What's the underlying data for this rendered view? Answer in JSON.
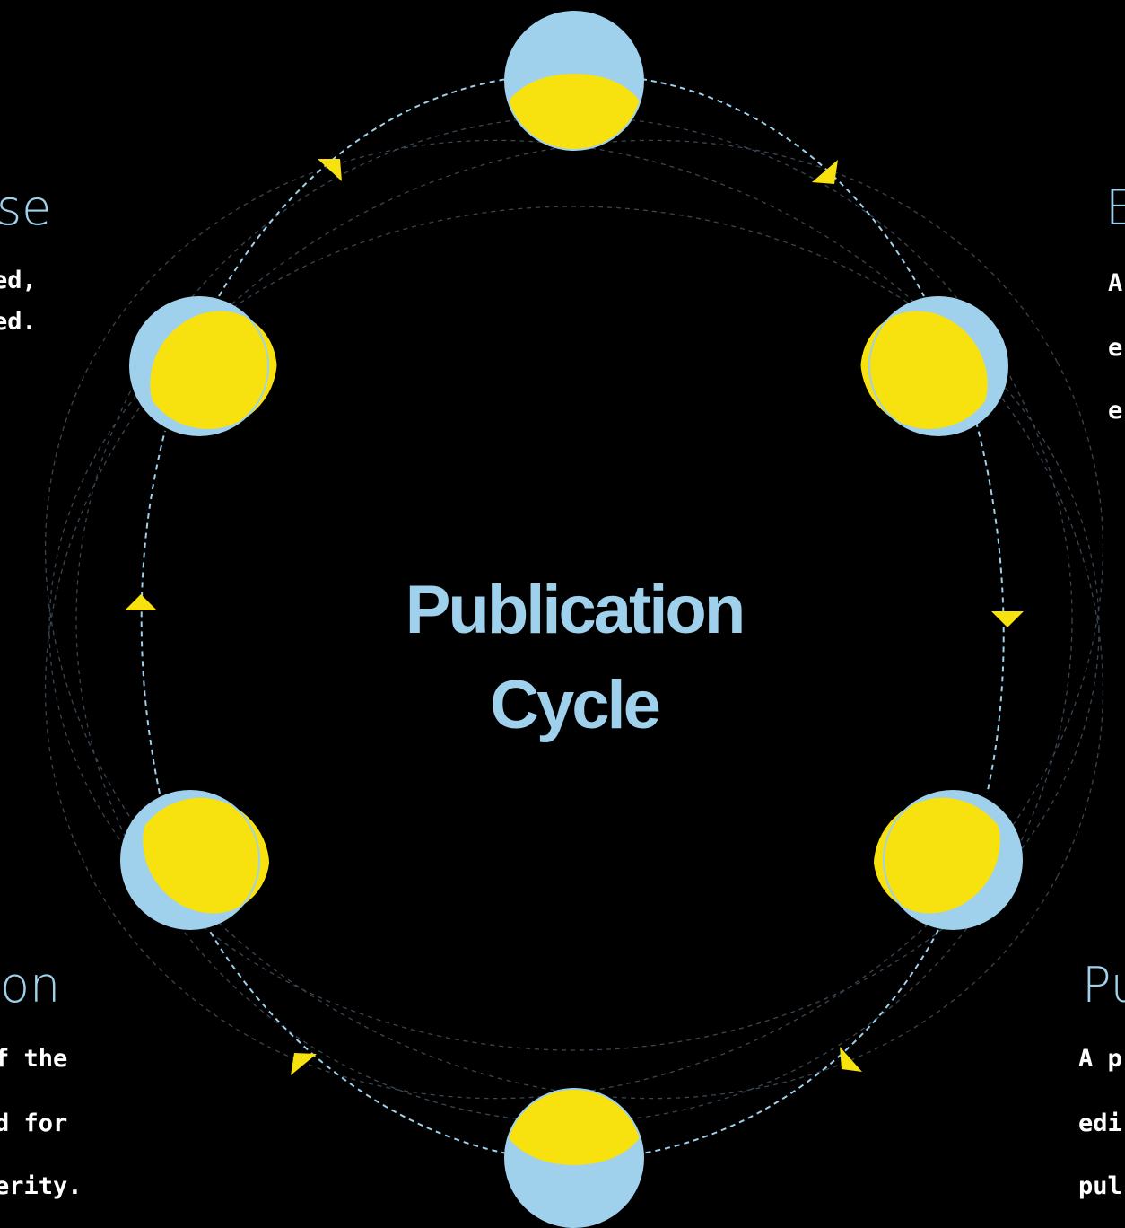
{
  "diagram": {
    "title_line1": "Publication",
    "title_line2": "Cycle",
    "colors": {
      "background": "#000000",
      "accent_blue": "#9fd1ec",
      "accent_yellow": "#f7e10f",
      "heading_text": "#9fd1ec",
      "body_text": "#ffffff",
      "faint_lines": "#3a4652"
    },
    "labels": [
      {
        "position": "top-left",
        "heading": "se",
        "lines": [
          "ed,",
          "ed."
        ]
      },
      {
        "position": "top-right",
        "heading": "E",
        "lines": [
          "A",
          "e",
          "e"
        ]
      },
      {
        "position": "bottom-left",
        "heading": "on",
        "lines": [
          "f the",
          "d for",
          "erity."
        ]
      },
      {
        "position": "bottom-right",
        "heading": "Pu",
        "lines": [
          "A p",
          "edi",
          "pul"
        ]
      }
    ],
    "nodes": [
      {
        "name": "top",
        "icon": "moon-phase-icon"
      },
      {
        "name": "upper-right",
        "icon": "moon-phase-icon"
      },
      {
        "name": "lower-right",
        "icon": "moon-phase-icon"
      },
      {
        "name": "bottom",
        "icon": "moon-phase-icon"
      },
      {
        "name": "lower-left",
        "icon": "moon-phase-icon"
      },
      {
        "name": "upper-left",
        "icon": "moon-phase-icon"
      }
    ]
  }
}
